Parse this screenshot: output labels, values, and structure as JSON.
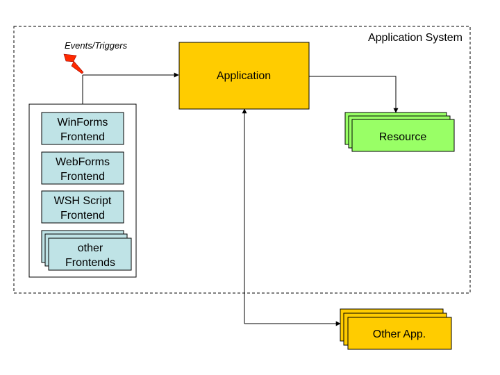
{
  "system": {
    "title": "Application System"
  },
  "trigger": {
    "label": "Events/Triggers",
    "icon": "lightning-bolt-icon"
  },
  "application": {
    "label": "Application"
  },
  "resource": {
    "label": "Resource"
  },
  "frontends": [
    {
      "line1": "WinForms",
      "line2": "Frontend"
    },
    {
      "line1": "WebForms",
      "line2": "Frontend"
    },
    {
      "line1": "WSH Script",
      "line2": "Frontend"
    },
    {
      "line1": "other",
      "line2": "Frontends"
    }
  ],
  "other_app": {
    "label": "Other App."
  },
  "colors": {
    "application_fill": "#FFCC00",
    "resource_fill": "#99FF66",
    "frontend_fill": "#BFE3E6",
    "bolt_fill": "#FF2A00"
  }
}
